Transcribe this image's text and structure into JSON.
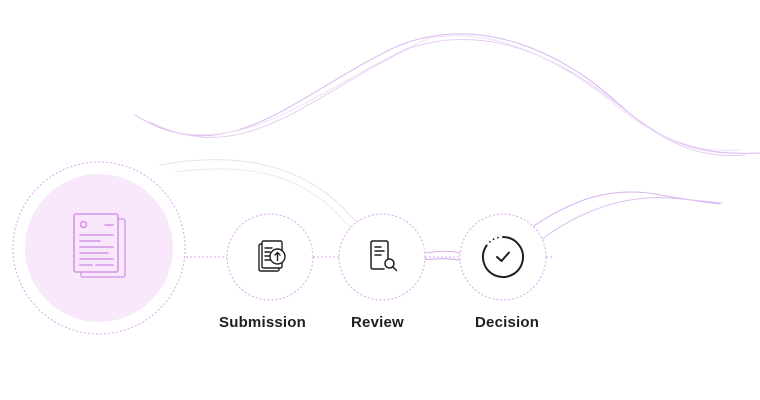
{
  "steps": [
    {
      "key": "submission",
      "label": "Submission",
      "icon": "document-upload-icon"
    },
    {
      "key": "review",
      "label": "Review",
      "icon": "document-search-icon"
    },
    {
      "key": "decision",
      "label": "Decision",
      "icon": "check-circle-icon"
    }
  ],
  "start_icon": "document-stack-icon",
  "colors": {
    "accent": "#d9a6ea",
    "accent_dark": "#c98be0",
    "hub_fill": "#f9e8fb",
    "icon_stroke": "#1f1f23",
    "label": "#1f1f23",
    "curve": "#dcc0ef"
  }
}
